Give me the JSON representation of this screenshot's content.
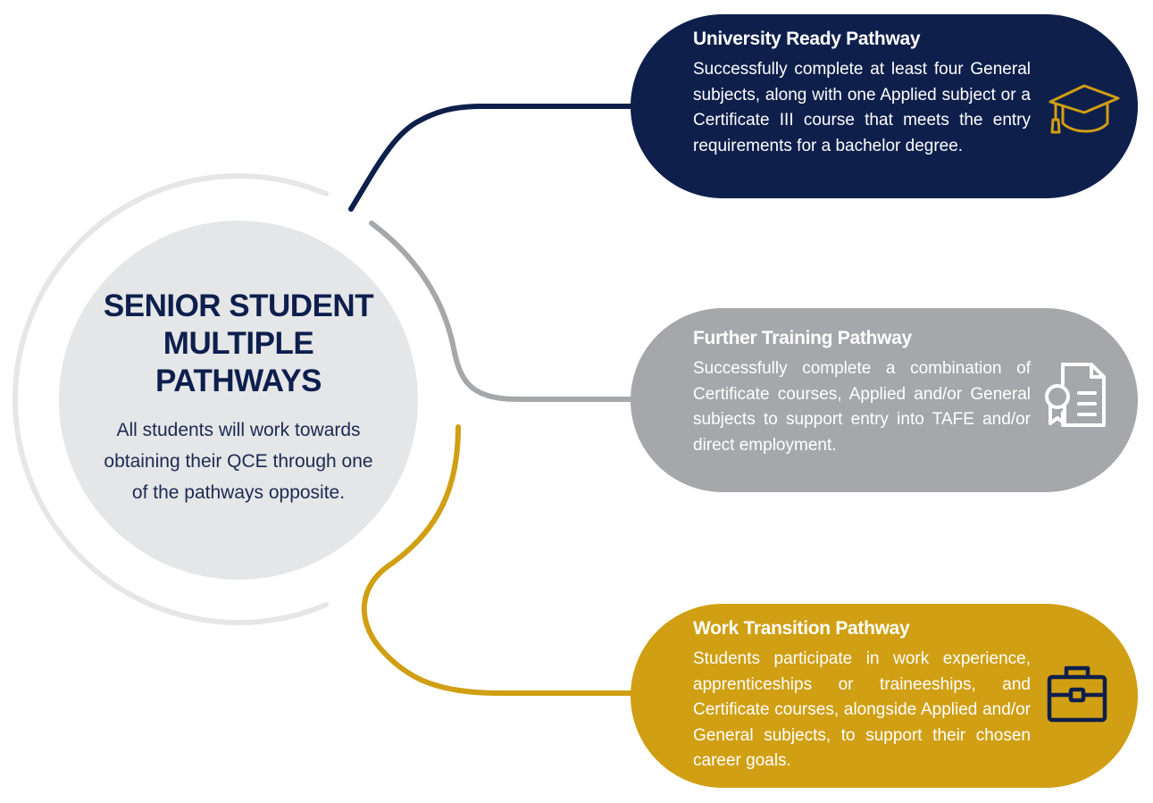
{
  "center": {
    "title_line1": "SENIOR STUDENT",
    "title_line2": "MULTIPLE PATHWAYS",
    "description": "All students will work towards obtaining their QCE through one of the pathways opposite."
  },
  "pathways": [
    {
      "title": "University Ready Pathway",
      "description": "Successfully complete at least four General subjects, along with one Applied subject or a Certificate III course that meets the entry requirements for a bachelor degree.",
      "color": "#0e1f4b",
      "icon": "graduation-cap-icon"
    },
    {
      "title": "Further Training Pathway",
      "description": "Successfully complete a combination of Certificate courses, Applied and/or General subjects to support entry into TAFE and/or direct employment.",
      "color": "#a6a7aa",
      "icon": "certificate-icon"
    },
    {
      "title": "Work Transition Pathway",
      "description": "Students participate in work experience, apprenticeships or traineeships, and Certificate courses, alongside Applied and/or General subjects, to support their chosen career goals.",
      "color": "#d09f13",
      "icon": "briefcase-icon"
    }
  ],
  "colors": {
    "navy": "#0e1f4b",
    "grey": "#a6a7aa",
    "gold": "#d09f13",
    "ring": "#e6e6e6",
    "circle": "#e5e6e8"
  }
}
